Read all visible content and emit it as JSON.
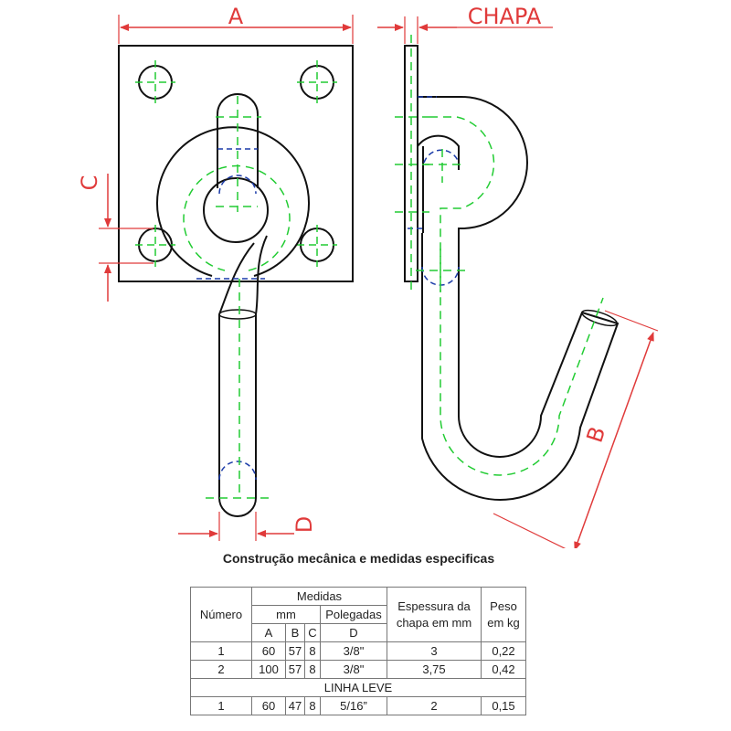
{
  "labels": {
    "dim_a": "A",
    "dim_chapa": "CHAPA",
    "dim_c": "C",
    "dim_d": "D",
    "dim_b": "B"
  },
  "colors": {
    "outline": "#111111",
    "centerline": "#22cc33",
    "dimension": "#e03a3a",
    "hidden": "#1a3aa8"
  },
  "table": {
    "title": "Construção mecânica e medidas  especificas",
    "headers": {
      "numero": "Número",
      "medidas": "Medidas",
      "mm": "mm",
      "polegadas": "Polegadas",
      "a": "A",
      "b": "B",
      "c": "C",
      "d": "D",
      "espessura": "Espessura da chapa em mm",
      "peso": "Peso em kg"
    },
    "rows": [
      {
        "numero": "1",
        "a": "60",
        "b": "57",
        "c": "8",
        "d": "3/8\"",
        "espessura": "3",
        "peso": "0,22"
      },
      {
        "numero": "2",
        "a": "100",
        "b": "57",
        "c": "8",
        "d": "3/8\"",
        "espessura": "3,75",
        "peso": "0,42"
      }
    ],
    "section_label": "LINHA LEVE",
    "rows_leve": [
      {
        "numero": "1",
        "a": "60",
        "b": "47",
        "c": "8",
        "d": "5/16”",
        "espessura": "2",
        "peso": "0,15"
      }
    ]
  }
}
